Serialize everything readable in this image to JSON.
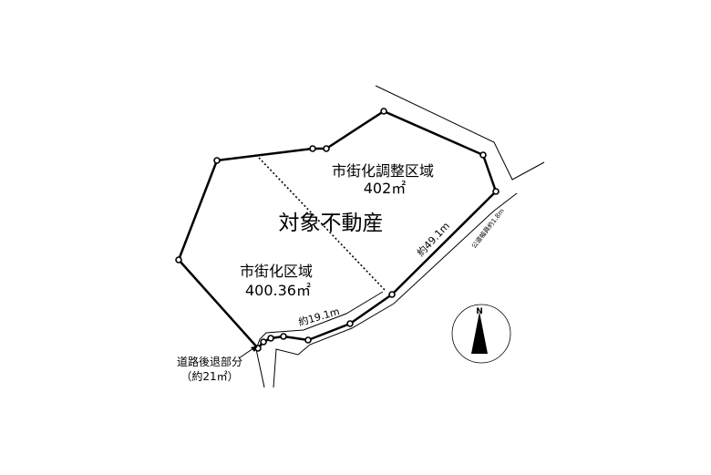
{
  "labels": {
    "subject_property": "対象不動産",
    "urbanization_control_area": "市街化調整区域",
    "urbanization_control_area_size": "402㎡",
    "urbanization_area": "市街化区域",
    "urbanization_area_size": "400.36㎡",
    "frontage_short": "約19.1m",
    "frontage_long": "約49.1m",
    "public_road_width": "公道幅員約1.8m",
    "setback_label": "道路後退部分",
    "setback_size": "（約21㎡）",
    "compass_north": "N"
  },
  "colors": {
    "line": "#000000",
    "background": "#ffffff"
  }
}
